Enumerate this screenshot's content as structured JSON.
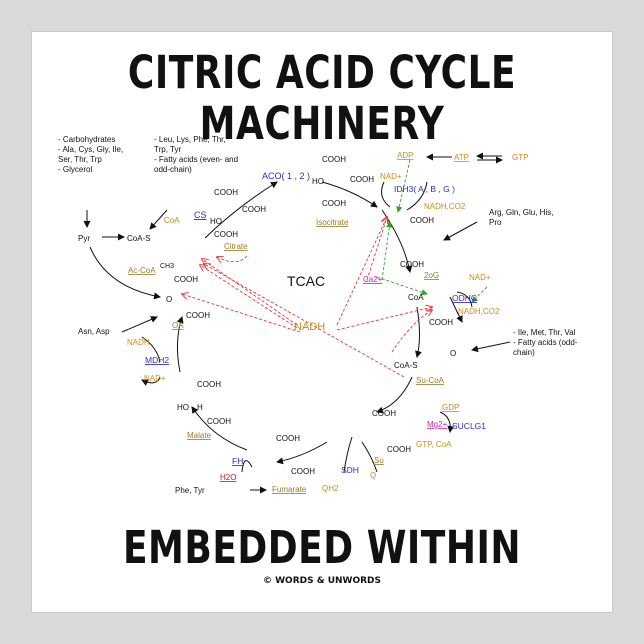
{
  "poster": {
    "title": "CITRIC ACID CYCLE MACHINERY",
    "subtitle": "EMBEDDED WITHIN",
    "copyright": "© WORDS & UNWORDS"
  },
  "colors": {
    "enzyme": "#2b2bd6",
    "metabolite": "#9b7b2a",
    "cofactor": "#d08a1a",
    "ion": "#d020c0",
    "water": "#b02020",
    "dashed_arrow": "#ee3333",
    "green_arrow": "#22aa22"
  },
  "diagram": {
    "center_label": "TCAC",
    "nadh_center": "NADH",
    "inputs_top_left_1": [
      "- Carbohydrates",
      "- Ala, Cys, Gly, Ile,",
      "  Ser, Thr, Trp",
      "- Glycerol"
    ],
    "inputs_top_left_2": [
      "- Leu, Lys,  Phe, Thr,",
      "  Trp, Tyr",
      "- Fatty acids (even- and",
      "  odd-chain)"
    ],
    "inputs_right_1": [
      "Arg, Gln, Glu, His,",
      "Pro"
    ],
    "inputs_right_2": [
      "- Ile, Met, Thr, Val",
      "- Fatty acids (odd-",
      "  chain)"
    ],
    "asn_asp": "Asn, Asp",
    "phe_tyr": "Phe, Tyr",
    "pyr": "Pyr",
    "coa_s": "CoA-S",
    "ch3": "CH3",
    "ac_coa": "Ac-CoA",
    "coa": "CoA",
    "cs": "CS",
    "citrate": "Citrate",
    "aco": "ACO( 1 , 2 )",
    "isocitrate": "Isocitrate",
    "adp": "ADP",
    "atp": "ATP",
    "gtp": "GTP",
    "nad_plus": "NAD+",
    "idh3": "IDH3( A , B , G )",
    "nadh_co2": "NADH,CO2",
    "ca2": "Ca2+",
    "two_og": "2oG",
    "coa2": "CoA",
    "odhc": "ODHC",
    "coa_s2": "CoA-S",
    "su_coa": "Su-CoA",
    "gdp": "GDP",
    "mg2": "Mg2+",
    "suclg1": "SUCLG1",
    "gtp_coa": "GTP, CoA",
    "su": "Su",
    "sdh": "SDH",
    "q": "Q",
    "qh2": "QH2",
    "fumarate": "Fumarate",
    "fh": "FH",
    "h2o": "H2O",
    "malate": "Malate",
    "mdh2": "MDH2",
    "nadh": "NADH",
    "oa": "OA",
    "cooh": "COOH",
    "ho": "HO",
    "h": "H",
    "o": "O"
  }
}
